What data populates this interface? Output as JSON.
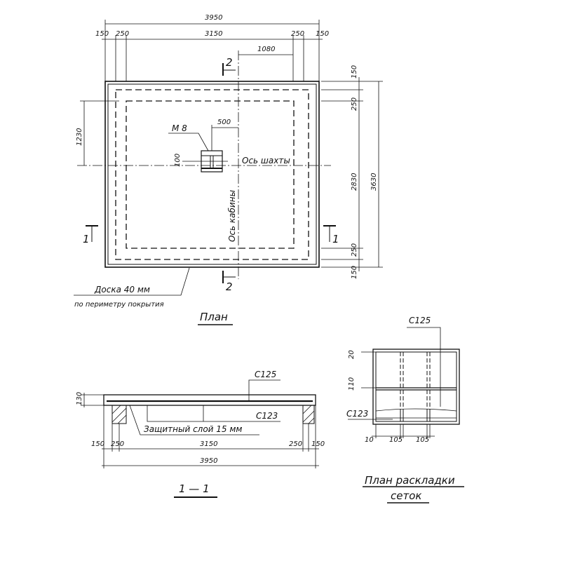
{
  "plan": {
    "title": "План",
    "dims_top": {
      "total": "3950",
      "left_edge": "150",
      "left_inner": "250",
      "middle": "3150",
      "right_inner": "250",
      "right_edge": "150",
      "offset": "1080"
    },
    "dims_right": {
      "top_edge": "150",
      "top_inner": "250",
      "middle": "2830",
      "bottom_inner": "250",
      "bottom_edge": "150",
      "total": "3630"
    },
    "dim_left": "1230",
    "dim_insert": "500",
    "dim_small": "100",
    "insert_label": "М 8",
    "shaft_axis": "Ось шахты",
    "cabin_axis": "Ось кабины",
    "section_2": "2",
    "section_1": "1",
    "board_note_1": "Доска 40 мм",
    "board_note_2": "по периметру покрытия"
  },
  "section": {
    "title": "1 — 1",
    "height": "130",
    "mesh_top": "С125",
    "mesh_bottom": "С123",
    "cover_note": "Защитный слой 15 мм",
    "dims": {
      "left_edge": "150",
      "left_inner": "250",
      "middle": "3150",
      "right_inner": "250",
      "right_edge": "150",
      "total": "3950"
    }
  },
  "mesh_plan": {
    "title_1": "План раскладки",
    "title_2": "сеток",
    "mesh_top": "С125",
    "mesh_bottom": "С123",
    "dim_20": "20",
    "dim_110": "110",
    "dim_10": "10",
    "dim_105a": "105",
    "dim_105b": "105"
  }
}
